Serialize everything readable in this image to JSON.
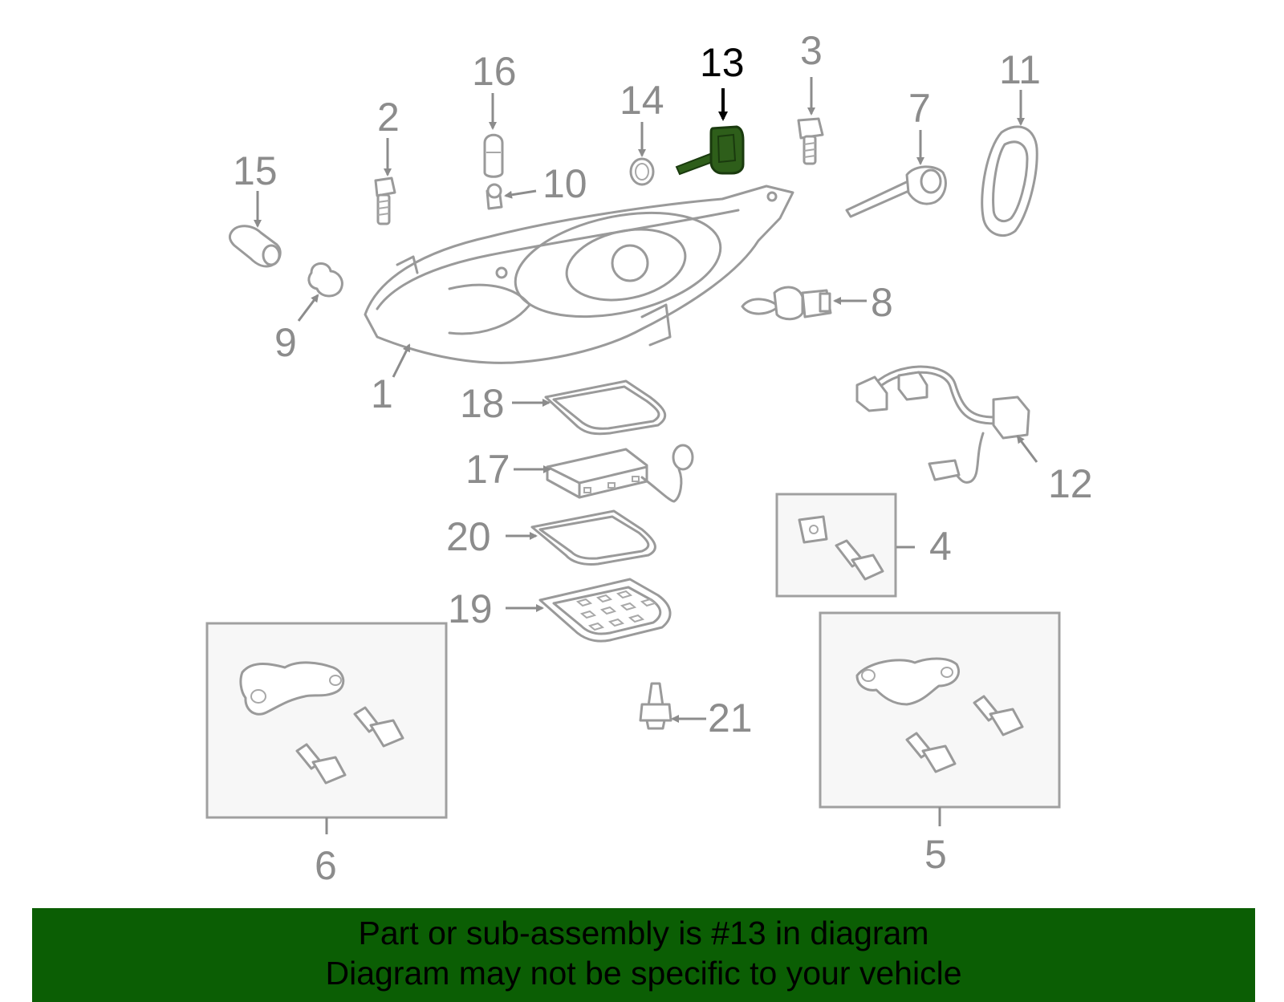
{
  "diagram": {
    "highlight_color": "#2e5e1a",
    "callouts": {
      "c1": "1",
      "c2": "2",
      "c3": "3",
      "c4": "4",
      "c5": "5",
      "c6": "6",
      "c7": "7",
      "c8": "8",
      "c9": "9",
      "c10": "10",
      "c11": "11",
      "c12": "12",
      "c13": "13",
      "c14": "14",
      "c15": "15",
      "c16": "16",
      "c17": "17",
      "c18": "18",
      "c19": "19",
      "c20": "20",
      "c21": "21"
    },
    "highlighted_callout": "13"
  },
  "banner": {
    "background": "#0b5e04",
    "line1": "Part or sub-assembly is #13 in diagram",
    "line2": "Diagram may not be specific to your vehicle"
  }
}
